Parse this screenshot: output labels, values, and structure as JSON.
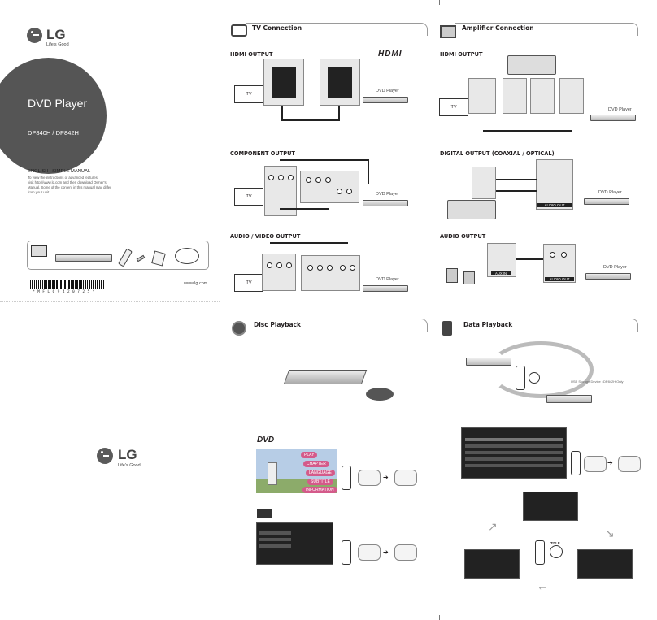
{
  "cover": {
    "brand": "LG",
    "tagline": "Life's Good",
    "product": "DVD Player",
    "models": "DP840H / DP842H",
    "manual_title": "ENGLISH | SIMPLE MANUAL",
    "manual_note_1": "To view the instructions of advanced features,",
    "manual_note_2": "visit http://www.lg.com and then download Owner's",
    "manual_note_3": "Manual. Some of the content in this manual may differ",
    "manual_note_4": "from your unit.",
    "website": "www.lg.com",
    "barcode_text": "* M F L 6 9 4 2 0 7 2 5 *"
  },
  "tv_connection": {
    "title": "TV Connection",
    "hdmi_output": "HDMI OUTPUT",
    "hdmi_logo": "HDMI",
    "tv": "TV",
    "dvd_player": "DVD Player",
    "component_output": "COMPONENT OUTPUT",
    "audio_video_output": "AUDIO / VIDEO OUTPUT"
  },
  "amplifier_connection": {
    "title": "Amplifier Connection",
    "hdmi_output": "HDMI OUTPUT",
    "tv": "TV",
    "dvd_player": "DVD Player",
    "digital_output": "DIGITAL OUTPUT (COAXIAL / OPTICAL)",
    "audio_output": "AUDIO OUTPUT",
    "audio_out_label": "AUDIO OUT",
    "aux_in": "AUX IN"
  },
  "disc_playback": {
    "title": "Disc Playback",
    "menu_items": [
      "PLAY",
      "CHAPTER",
      "LANGUAGE",
      "SUBTITLE",
      "INFORMATION"
    ]
  },
  "data_playback": {
    "title": "Data Playback",
    "usb_note": "USB Storage Device : DP842H Only",
    "title_button": "TITLE"
  },
  "colors": {
    "dark_circle": "#555555",
    "frame_line": "#9a9a9a",
    "menu_sky": "#b7cde6",
    "menu_ground": "#8cab6a"
  }
}
